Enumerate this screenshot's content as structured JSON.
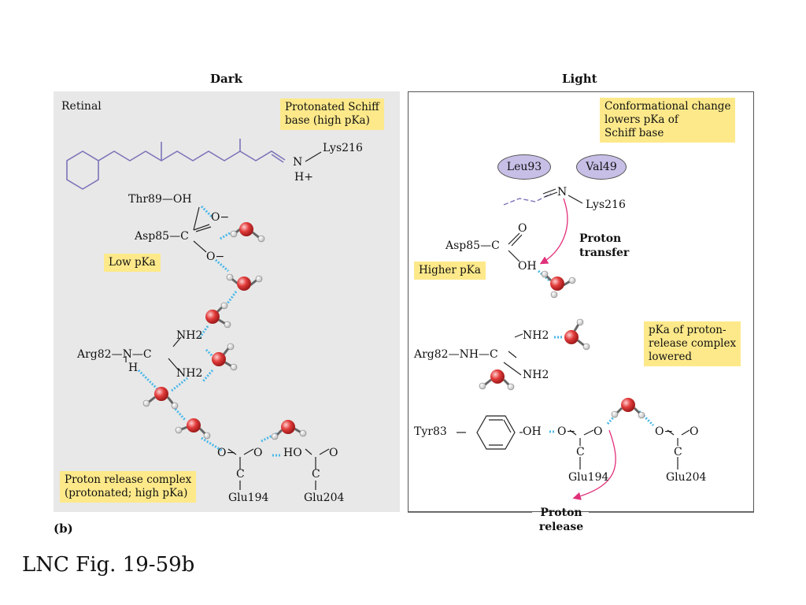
{
  "panels": {
    "dark_title": "Dark",
    "light_title": "Light",
    "figure_tag": "(b)"
  },
  "dark": {
    "retinal_label": "Retinal",
    "box_schiff": [
      "Protonated Schiff",
      "base (high pKa)"
    ],
    "lys": "Lys216",
    "n_label": "N",
    "h_plus": "H+",
    "thr": "Thr89—OH",
    "o_minus_top": "O−",
    "asp": "Asp85—C",
    "o_minus_bottom": "O−",
    "box_low_pka": "Low pKa",
    "nh2_top": "NH2",
    "arg": "Arg82—N—C",
    "h_below": "H",
    "nh2_bottom": "NH2",
    "o_minus_glu": "O−",
    "o_glu": "O",
    "ho": "HO",
    "o_right": "O",
    "c_glu194": "C",
    "c_glu204": "C",
    "glu194": "Glu194",
    "glu204": "Glu204",
    "box_release": [
      "Proton release complex",
      "(protonated; high pKa)"
    ]
  },
  "light": {
    "box_conform": [
      "Conformational change",
      "lowers pKa of",
      "Schiff base"
    ],
    "leu": "Leu93",
    "val": "Val49",
    "n_label": "N",
    "lys": "Lys216",
    "proton_transfer": [
      "Proton",
      "transfer"
    ],
    "asp": "Asp85—C",
    "o_top": "O",
    "oh": "OH",
    "box_higher_pka": "Higher pKa",
    "nh2_top": "NH2",
    "arg": "Arg82—NH—C",
    "nh2_bottom": "NH2",
    "box_release_complex": [
      "pKa of proton-",
      "release complex",
      "lowered"
    ],
    "tyr": "Tyr83",
    "oh_tyr": "OH",
    "o_minus_1": "O−",
    "o_1": "O",
    "o_minus_2": "O−",
    "o_2": "O",
    "c1": "C",
    "c2": "C",
    "glu194": "Glu194",
    "glu204": "Glu204",
    "proton_release": [
      "Proton",
      "release"
    ]
  },
  "caption": "LNC Fig. 19-59b",
  "colors": {
    "dark_panel": "#e8e8e8",
    "highlight_box": "#fde98a",
    "retinal_line": "#7b74b8",
    "hbond": "#4ab8e8",
    "water_oxygen": "#e23b3b",
    "arrow": "#e0307a",
    "oval": "#c8bfe7"
  }
}
